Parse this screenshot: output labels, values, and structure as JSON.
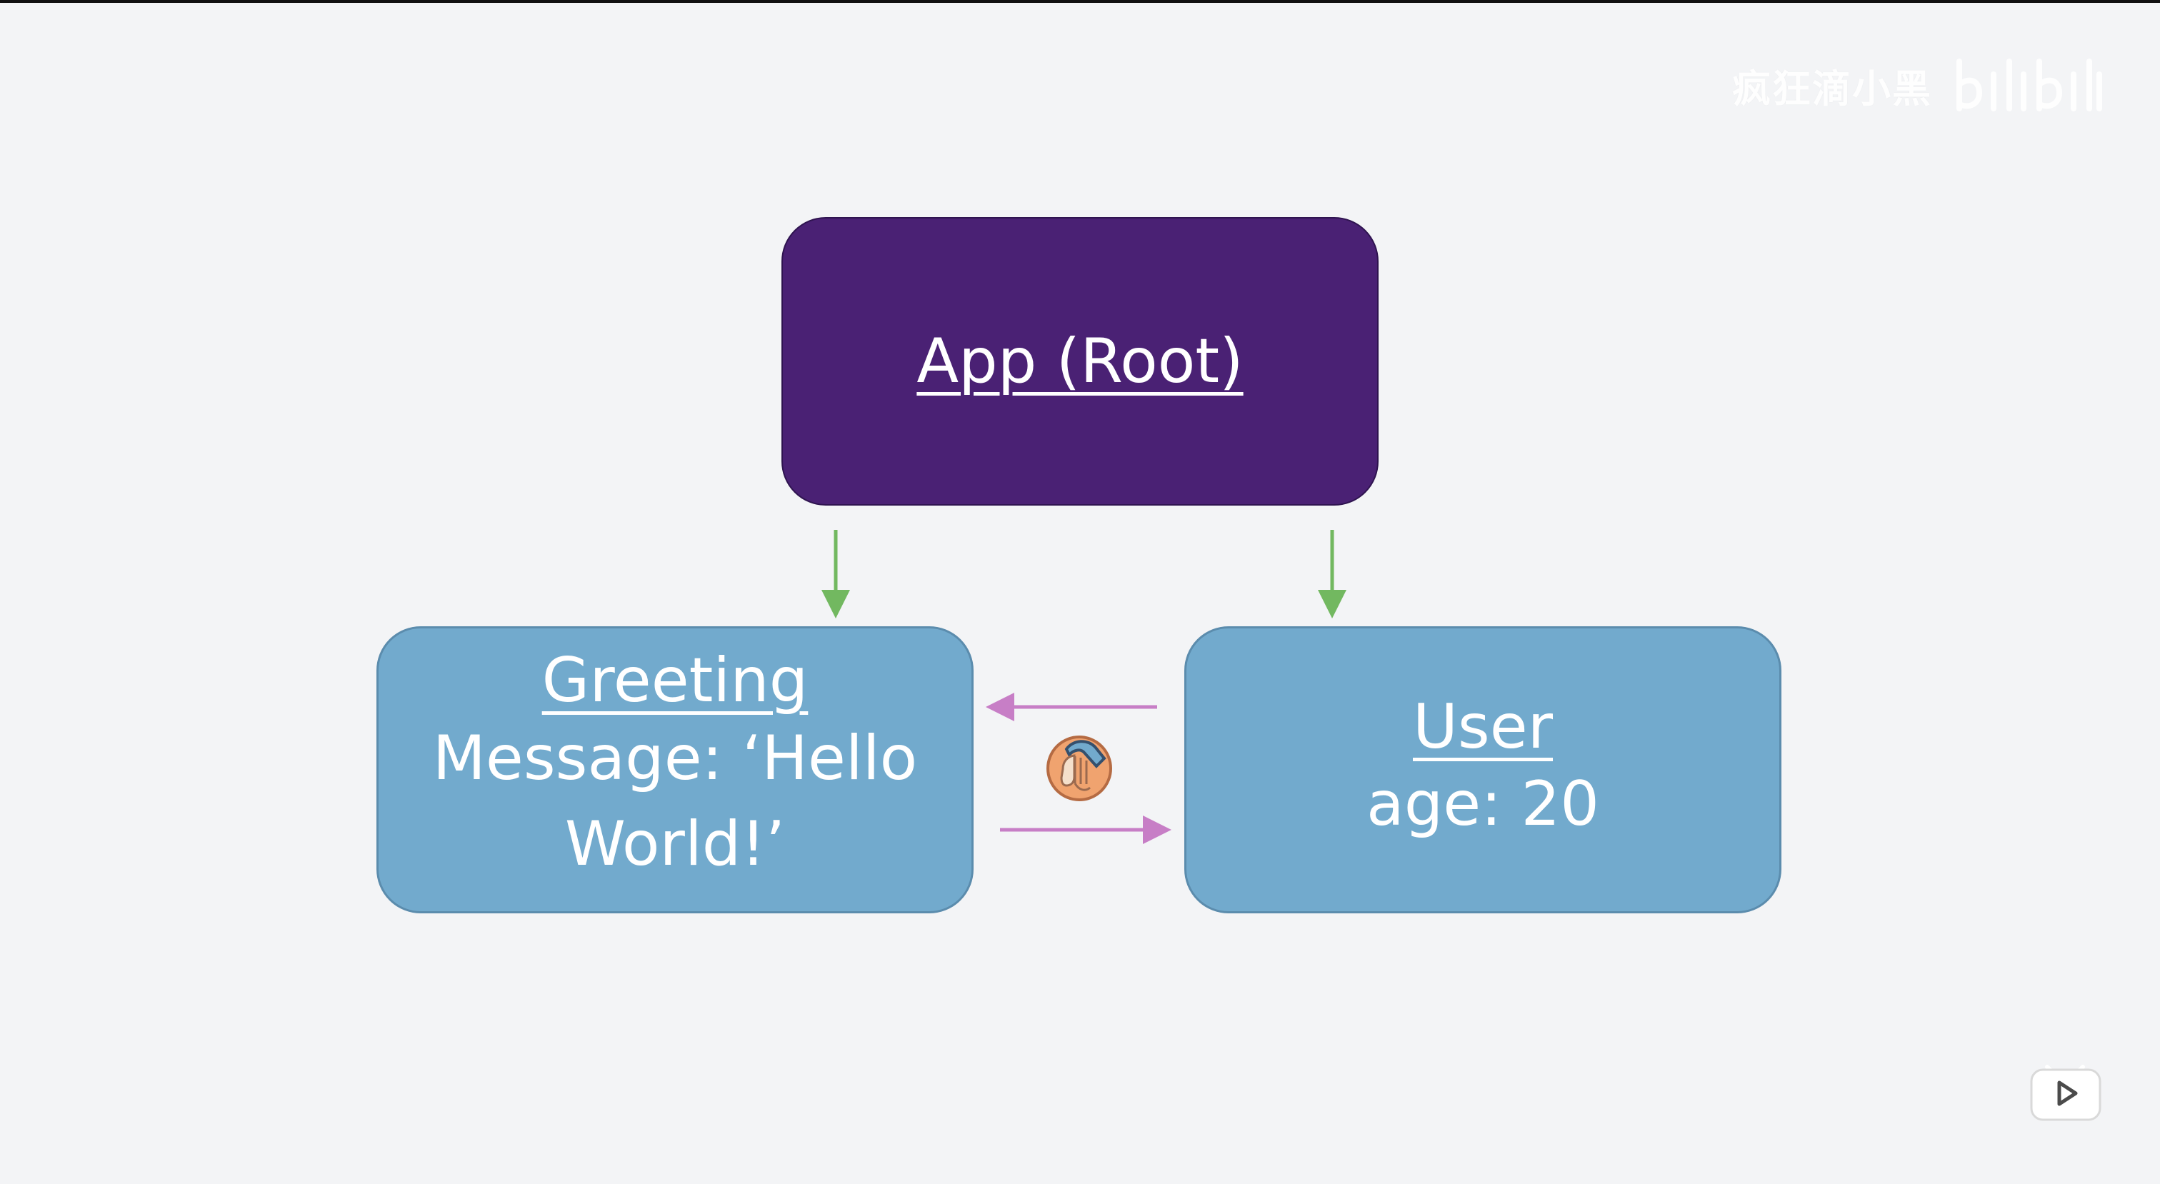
{
  "watermark": {
    "text": "疯狂滴小黑",
    "logo_icon": "bilibili-logo"
  },
  "diagram": {
    "nodes": {
      "app": {
        "title": "App (Root)"
      },
      "greeting": {
        "title": "Greeting",
        "line1": "Message: ‘Hello",
        "line2": "World!’"
      },
      "user": {
        "title": "User",
        "line1": "age: 20"
      }
    },
    "edges": [
      {
        "from": "app",
        "to": "greeting",
        "color": "#72b860"
      },
      {
        "from": "app",
        "to": "user",
        "color": "#72b860"
      },
      {
        "from": "user",
        "to": "greeting",
        "color": "#c77ec6"
      },
      {
        "from": "greeting",
        "to": "user",
        "color": "#c77ec6"
      }
    ],
    "icon": "raised-hand-in-bandage-icon"
  },
  "overlay": {
    "badge_icon": "video-play-icon"
  },
  "colors": {
    "background": "#f3f4f6",
    "app_box": "#4a2174",
    "child_box": "#72aacd",
    "down_arrow": "#72b860",
    "cross_arrow": "#c77ec6"
  }
}
